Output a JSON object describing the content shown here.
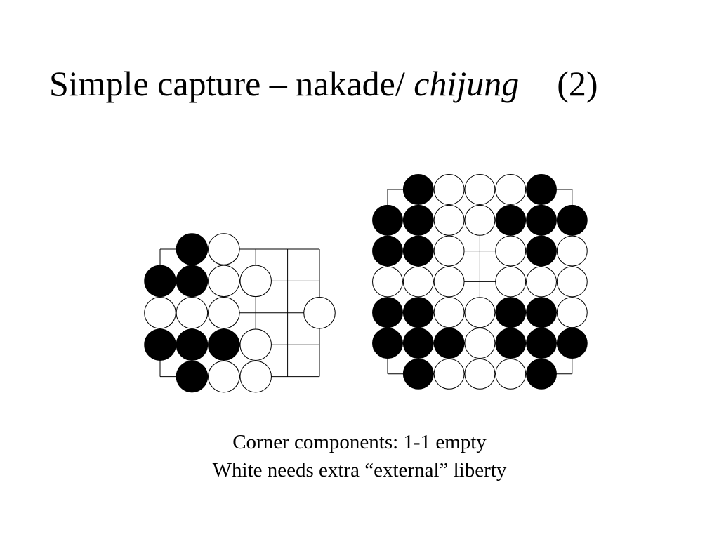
{
  "slide": {
    "title_main": "Simple capture – nakade/ ",
    "title_italic": "chijung",
    "title_number": "(2)",
    "caption_line1": "Corner components: 1-1 empty",
    "caption_line2": "White needs extra “external” liberty"
  },
  "colors": {
    "black_stone": "#000000",
    "white_stone": "#ffffff",
    "line": "#000000",
    "background": "#ffffff"
  },
  "boards": [
    {
      "name": "left-board",
      "legend": "B = black stone, W = white stone, . = empty point",
      "rows": [
        ".BW...",
        "BBWW..",
        "WWW..W",
        "BBBW..",
        ".BWW.."
      ]
    },
    {
      "name": "right-board",
      "legend": "B = black stone, W = white stone, . = empty point",
      "rows": [
        ".BWWWB.",
        "BBWWBBB",
        "BBW.WBW",
        "WWW.WWW",
        "BBWWBBW",
        "BBBWBBB",
        ".BWWWB."
      ]
    }
  ]
}
